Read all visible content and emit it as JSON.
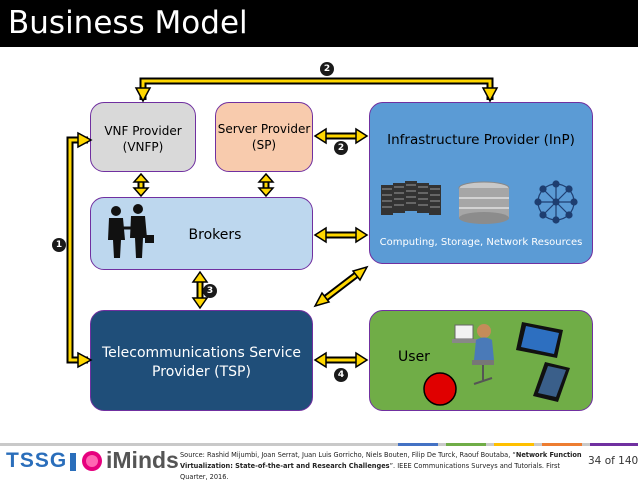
{
  "title": "Business Model",
  "nodes": {
    "vnf_provider": "VNF Provider\n(VNFP)",
    "server_provider": "Server Provider\n(SP)",
    "infrastructure_provider": "Infrastructure Provider (InP)",
    "infrastructure_resources": "Computing, Storage, Network Resources",
    "brokers": "Brokers",
    "tsp": "Telecommunications Service\nProvider (TSP)",
    "user": "User"
  },
  "badges": {
    "top": "2",
    "sp_inp": "2",
    "left": "1",
    "brokers_tsp": "3",
    "tsp_user": "4"
  },
  "footer": {
    "logo_tssg": "TSSG",
    "logo_iminds": "iMinds",
    "source_prefix": "Source: Rashid Mijumbi, Joan Serrat, Juan Luis Gorricho, Niels Bouten, Filip De Turck, Raouf Boutaba, “",
    "source_title": "Network Function Virtualization: State-of-the-art and Research Challenges",
    "source_suffix": "”. IEEE Communications Surveys and Tutorials. First Quarter, 2016.",
    "page": "34 of 140"
  },
  "colors": {
    "vnf_box": "#d9d9d9",
    "sp_box": "#f8cbad",
    "inp_box": "#5b9bd5",
    "brokers_box": "#bdd7ee",
    "tsp_box": "#1f4e79",
    "user_box": "#70ad47",
    "border": "#7030a0",
    "arrow": "#000000",
    "arrow_fill": "#ffd700"
  }
}
